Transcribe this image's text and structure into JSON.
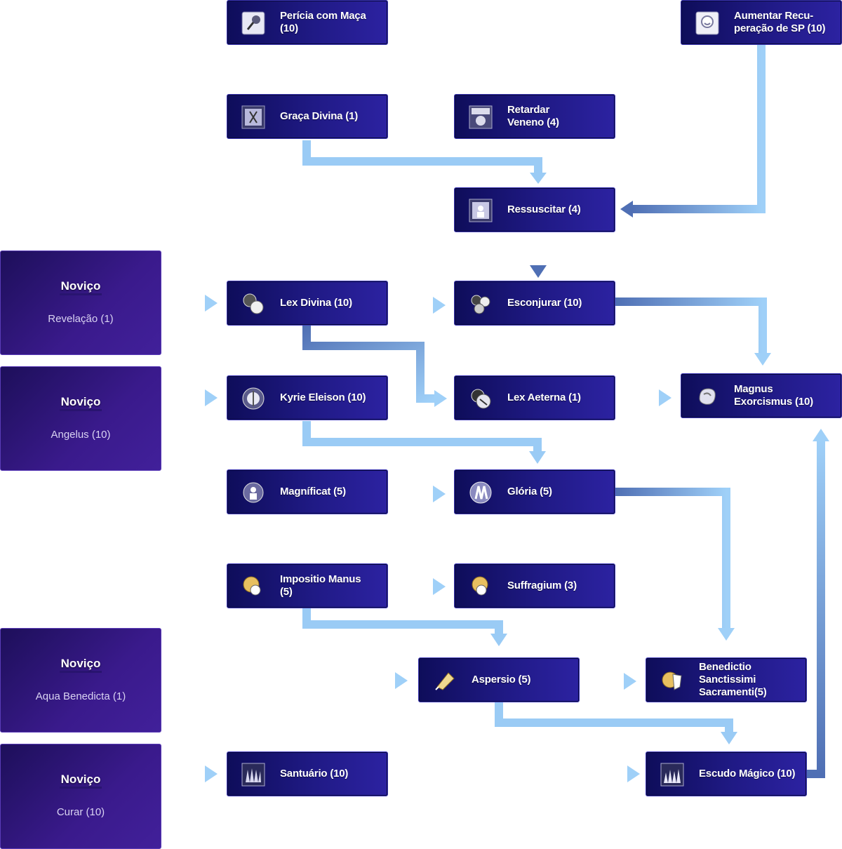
{
  "prerequisites": [
    {
      "title": "Noviço",
      "skill": "Revelação (1)"
    },
    {
      "title": "Noviço",
      "skill": "Angelus (10)"
    },
    {
      "title": "Noviço",
      "skill": "Aqua Benedicta (1)"
    },
    {
      "title": "Noviço",
      "skill": "Curar (10)"
    }
  ],
  "skills": {
    "pericia_maca": {
      "label": "Perícia com Maça\n(10)",
      "icon": "mace-icon"
    },
    "aumentar_sp": {
      "label": "Aumentar Recu-\nperação de SP (10)",
      "icon": "sp-recovery-icon"
    },
    "graca_divina": {
      "label": "Graça Divina (1)",
      "icon": "divine-grace-icon"
    },
    "retardar_veneno": {
      "label": "Retardar\nVeneno (4)",
      "icon": "stop-poison-icon"
    },
    "ressuscitar": {
      "label": "Ressuscitar (4)",
      "icon": "resurrection-icon"
    },
    "lex_divina": {
      "label": "Lex Divina (10)",
      "icon": "lex-divina-icon"
    },
    "esconjurar": {
      "label": "Esconjurar (10)",
      "icon": "exorcise-icon"
    },
    "kyrie": {
      "label": "Kyrie Eleison (10)",
      "icon": "kyrie-shield-icon"
    },
    "lex_aeterna": {
      "label": "Lex Aeterna (1)",
      "icon": "lex-aeterna-icon"
    },
    "magnus": {
      "label": "Magnus\nExorcismus (10)",
      "icon": "magnus-icon"
    },
    "magnificat": {
      "label": "Magníficat (5)",
      "icon": "magnificat-icon"
    },
    "gloria": {
      "label": "Glória (5)",
      "icon": "gloria-icon"
    },
    "impositio": {
      "label": "Impositio Manus\n(5)",
      "icon": "impositio-icon"
    },
    "suffragium": {
      "label": "Suffragium (3)",
      "icon": "suffragium-icon"
    },
    "aspersio": {
      "label": "Aspersio (5)",
      "icon": "aspersio-icon"
    },
    "benedictio": {
      "label": "Benedictio\nSanctissimi\nSacramenti(5)",
      "icon": "benedictio-icon"
    },
    "santuario": {
      "label": "Santuário (10)",
      "icon": "sanctuary-icon"
    },
    "escudo": {
      "label": "Escudo Mágico (10)",
      "icon": "magic-shield-icon"
    }
  },
  "colors": {
    "node_dark": "#0e0d5a",
    "node_light": "#2c22a1",
    "arrow_light": "#9acbf5",
    "arrow_dark": "#4a6cb2",
    "prereq": "#3a1a8c"
  }
}
